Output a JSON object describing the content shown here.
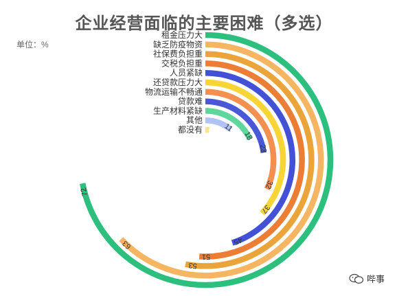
{
  "chart_data": {
    "type": "bar",
    "layout": "radial",
    "title": "企业经营面临的主要困难（多选）",
    "unit_label": "单位：%",
    "max": 100,
    "categories": [
      "租金压力大",
      "缺乏防疫物资",
      "社保费负担重",
      "交税负担重",
      "人员紧缺",
      "还贷款压力大",
      "物流运输不畅通",
      "贷款难",
      "生产材料紧缺",
      "其他",
      "都没有"
    ],
    "values": [
      72,
      63,
      53,
      51,
      45,
      37,
      32,
      23,
      18,
      11,
      2
    ],
    "labels": [
      "72",
      "63",
      "53",
      "51",
      "45",
      "37",
      "32",
      "23",
      "18",
      "11",
      ""
    ],
    "colors": [
      "#2cbf7e",
      "#f5b561",
      "#eba43a",
      "#eb7d34",
      "#4351d6",
      "#f8d536",
      "#f3904f",
      "#4a58d8",
      "#5ed69c",
      "#b1c3f6",
      "#f8e58c"
    ]
  },
  "watermark": {
    "text": "哔事",
    "icon": "wechat-icon"
  }
}
